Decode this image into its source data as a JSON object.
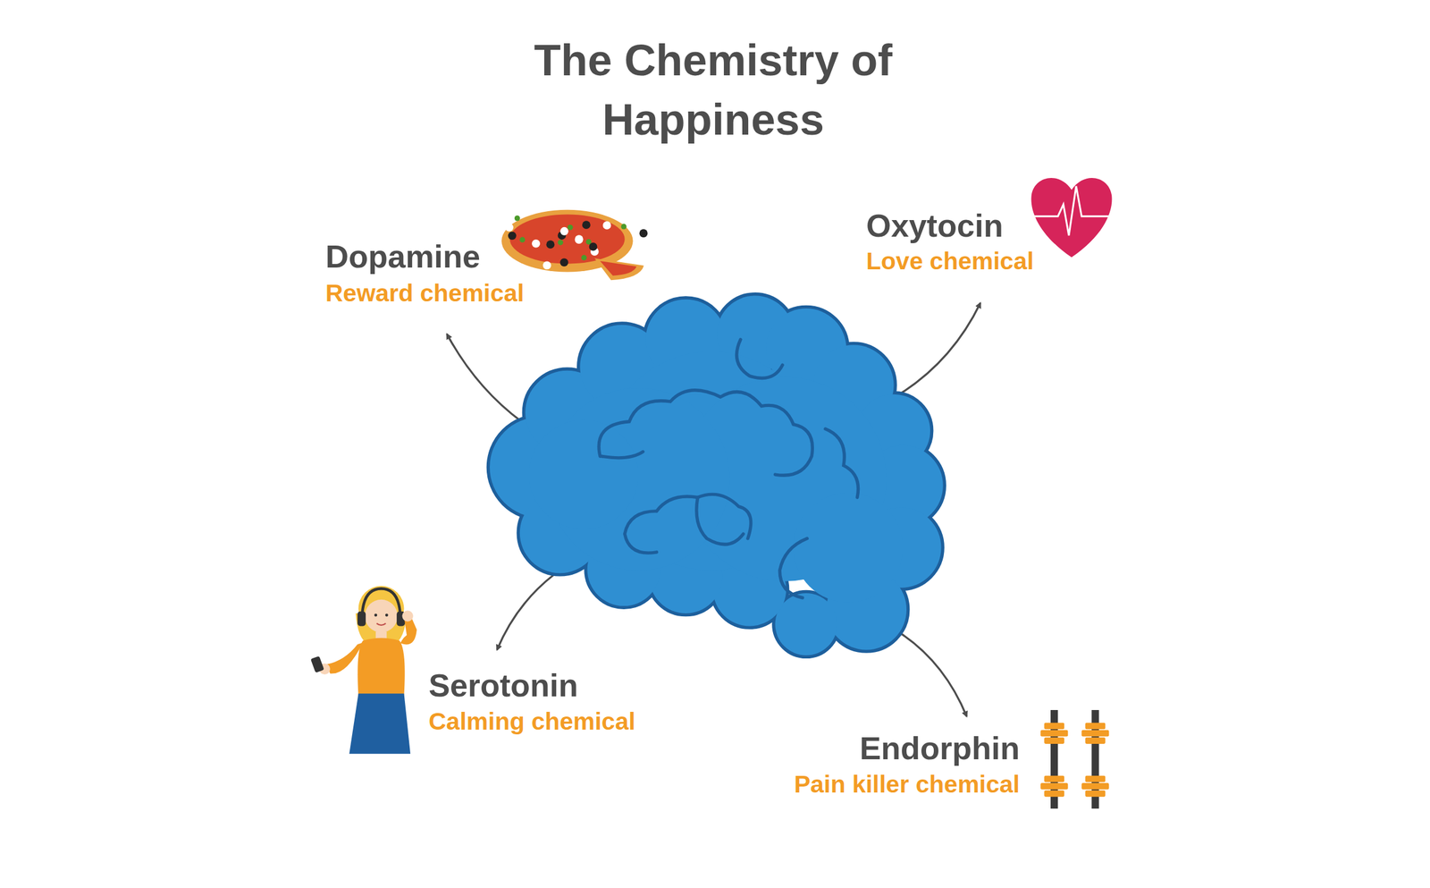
{
  "diagram": {
    "title": "The Chemistry of Happiness",
    "labels": [
      "Dopamine",
      "Reward chemical",
      "Oxytocin",
      "Love chemical",
      "Serotonin",
      "Calming chemical",
      "Endorphin",
      "Pain killer chemical"
    ]
  }
}
